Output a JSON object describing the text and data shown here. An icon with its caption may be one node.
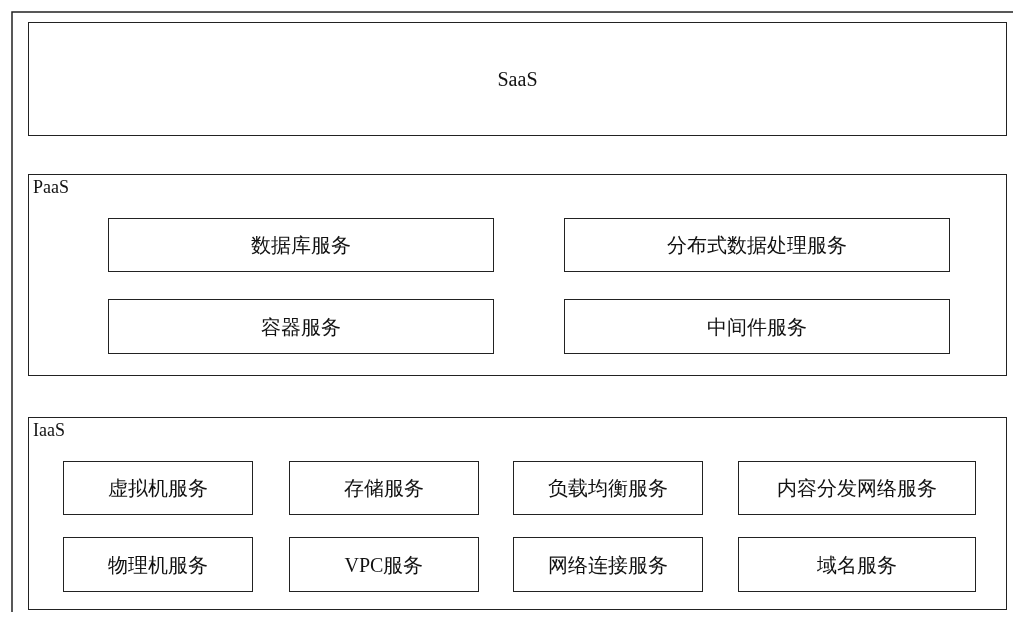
{
  "diagram": {
    "nodes": [
      {
        "text": [
          "SaaS"
        ]
      },
      {
        "text": [
          "PaaS"
        ]
      },
      {
        "text": [
          "数据库服务"
        ],
        "in": 1
      },
      {
        "text": [
          "分布式数据处理服务"
        ],
        "in": 1
      },
      {
        "text": [
          "容器服务"
        ],
        "in": 1
      },
      {
        "text": [
          "中间件服务"
        ],
        "in": 1
      },
      {
        "text": [
          "IaaS"
        ]
      },
      {
        "text": [
          "虚拟机服务"
        ],
        "in": 6
      },
      {
        "text": [
          "存储服务"
        ],
        "in": 6
      },
      {
        "text": [
          "负载均衡服务"
        ],
        "in": 6
      },
      {
        "text": [
          "内容分发网络服务"
        ],
        "in": 6
      },
      {
        "text": [
          "物理机服务"
        ],
        "in": 6
      },
      {
        "text": [
          "VPC服务"
        ],
        "in": 6
      },
      {
        "text": [
          "网络连接服务"
        ],
        "in": 6
      },
      {
        "text": [
          "域名服务"
        ],
        "in": 6
      }
    ]
  }
}
